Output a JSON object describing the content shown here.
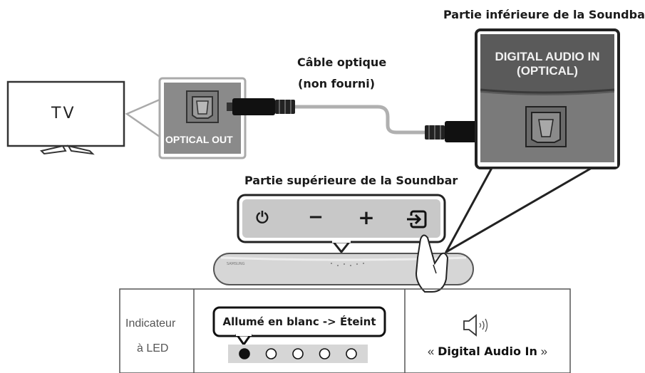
{
  "labels": {
    "soundbar_bottom": "Partie inférieure de la Soundbar",
    "cable_line1": "Câble optique",
    "cable_line2": "(non fourni)",
    "tv": "TV",
    "optical_out": "OPTICAL OUT",
    "digital_in_line1": "DIGITAL AUDIO IN",
    "digital_in_line2": "(OPTICAL)",
    "soundbar_top": "Partie supérieure de la Soundbar"
  },
  "buttons": {
    "power": "⏻",
    "minus": "−",
    "plus": "+"
  },
  "table": {
    "indicator_line1": "Indicateur",
    "indicator_line2": "à LED",
    "led_status": "Allumé en blanc -> Éteint",
    "leds": [
      true,
      false,
      false,
      false,
      false
    ],
    "quote_open": "« ",
    "voice_text": "Digital Audio In",
    "quote_close": " »"
  }
}
